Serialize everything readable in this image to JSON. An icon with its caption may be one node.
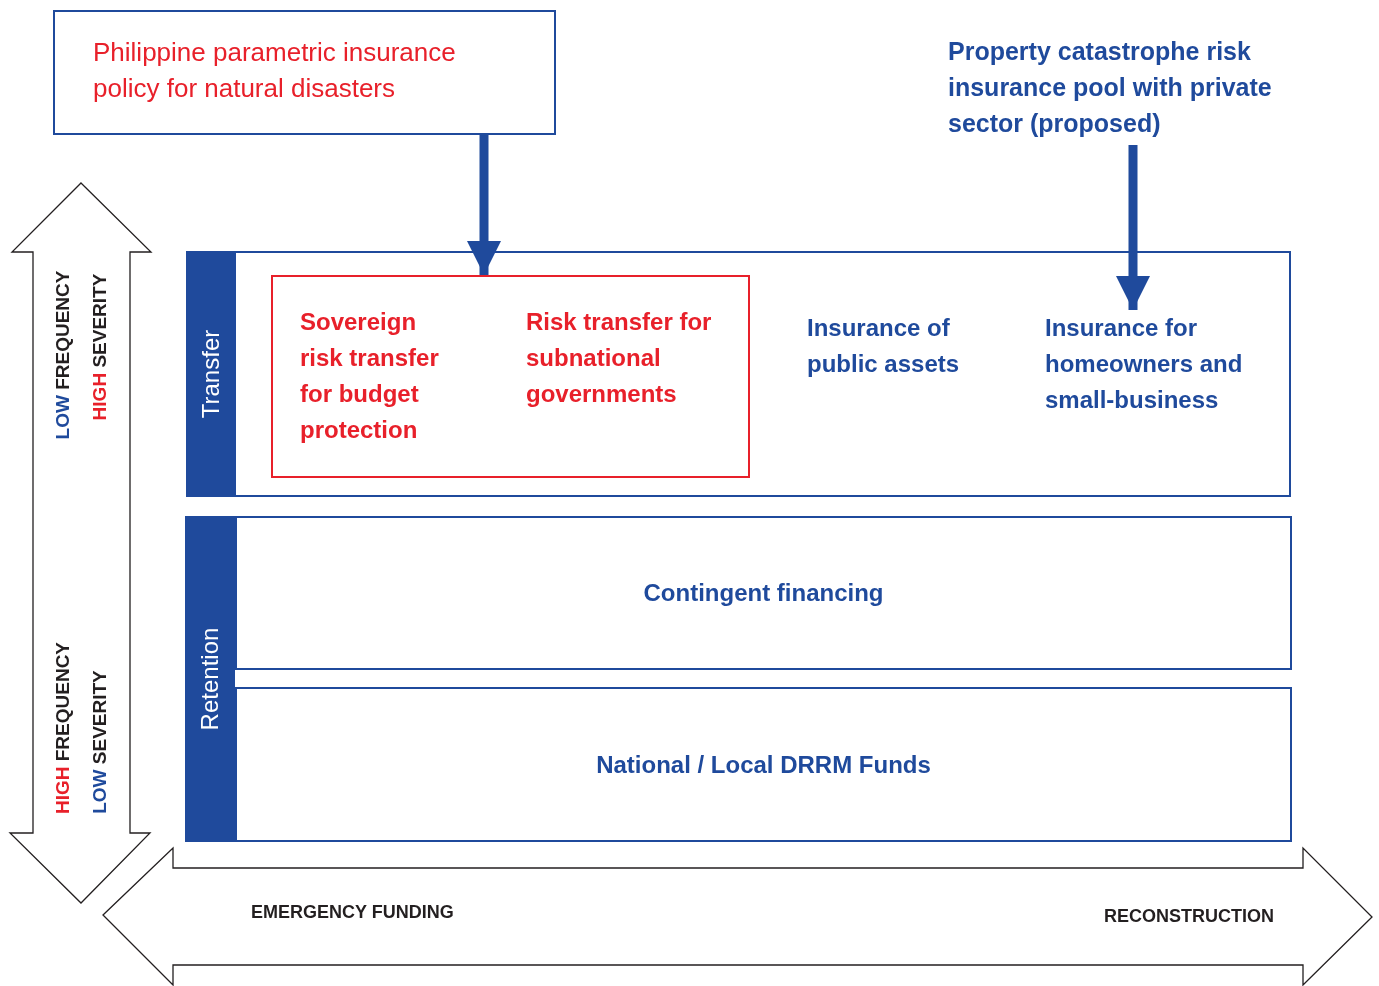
{
  "diagram": {
    "nodes": [
      {
        "text": [
          "Philippine parametric insurance policy for natural disasters"
        ]
      },
      {
        "text": [
          "Property catastrophe risk insurance pool with private sector (proposed)"
        ]
      },
      {
        "text": [
          "Transfer"
        ]
      },
      {
        "text": [
          "Sovereign risk transfer for budget protection",
          "Risk transfer for subnational governments"
        ],
        "in": 2
      },
      {
        "text": [
          "Insurance for homeowners and small-business"
        ],
        "in": 2
      },
      {
        "text": [
          "Retention"
        ]
      },
      {
        "text": [
          "Contingent financing"
        ]
      },
      {
        "text": [
          "National / Local DRRM Funds"
        ]
      }
    ],
    "edges": [
      {
        "from": 0,
        "to": 3,
        "arrow": "to"
      },
      {
        "from": 1,
        "to": 4,
        "arrow": "to"
      }
    ],
    "labels": [
      "Insurance of public assets",
      "LOW FREQUENCY",
      "HIGH SEVERITY",
      "HIGH FREQUENCY",
      "LOW SEVERITY",
      "EMERGENCY FUNDING",
      "RECONSTRUCTION"
    ]
  }
}
